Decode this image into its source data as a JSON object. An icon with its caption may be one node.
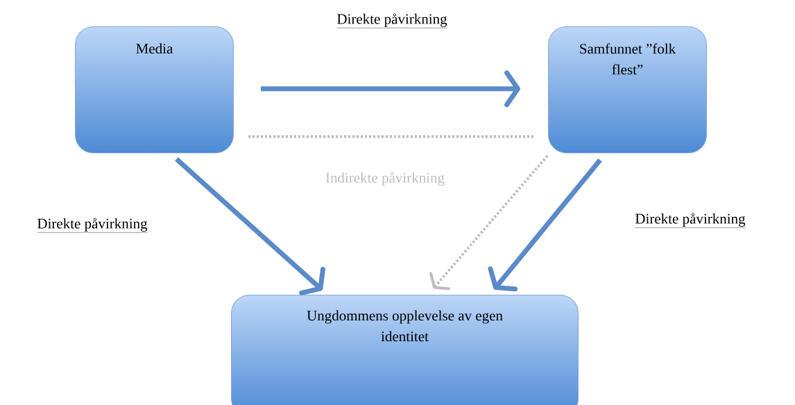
{
  "diagram": {
    "nodes": [
      {
        "text": [
          "Media"
        ]
      },
      {
        "text": [
          "Samfunnet ”folk flest”"
        ]
      },
      {
        "text": [
          "Ungdommens opplevelse av egen identitet"
        ]
      }
    ],
    "edges": [
      {
        "from": 0,
        "to": 1,
        "arrow": "to",
        "label": "Direkte påvirkning"
      },
      {
        "from": 0,
        "to": 1,
        "arrow": "none",
        "label": "Indirekte påvirkning",
        "style": "dashed",
        "color": "#bdbdbd"
      },
      {
        "from": 0,
        "to": 2,
        "arrow": "to",
        "label": "Direkte påvirkning"
      },
      {
        "from": 1,
        "to": 2,
        "arrow": "to",
        "style": "dashed",
        "color": "#bdbdbd"
      },
      {
        "from": 1,
        "to": 2,
        "arrow": "to",
        "label": "Direkte påvirkning"
      }
    ]
  }
}
